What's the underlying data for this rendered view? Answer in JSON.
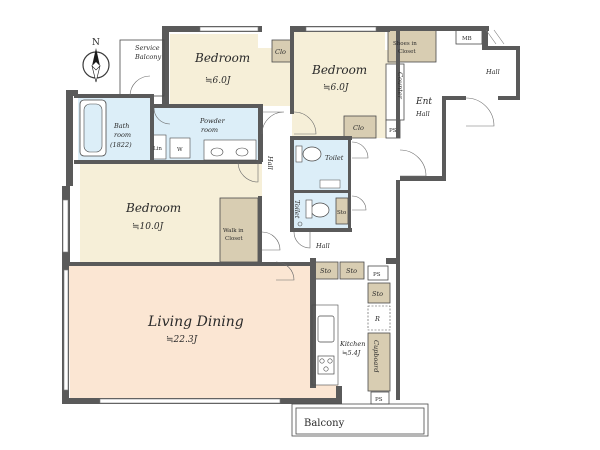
{
  "compass": {
    "north": "N"
  },
  "rooms": {
    "service_balcony": {
      "name": "Service",
      "name2": "Balcony"
    },
    "bedroom_nw": {
      "name": "Bedroom",
      "area": "≒6.0J"
    },
    "bedroom_ne": {
      "name": "Bedroom",
      "area": "≒6.0J"
    },
    "bath": {
      "name": "Bath",
      "name2": "room",
      "size": "(1822)"
    },
    "powder": {
      "name": "Powder",
      "name2": "room"
    },
    "bedroom_w": {
      "name": "Bedroom",
      "area": "≒10.0J"
    },
    "walk_in": {
      "name": "Walk in",
      "name2": "Closet"
    },
    "living": {
      "name": "Living Dining",
      "area": "≒22.3J"
    },
    "kitchen": {
      "name": "Kitchen",
      "area": "≒5.4J"
    },
    "balcony": {
      "name": "Balcony"
    },
    "ent_hall": {
      "name": "Ent",
      "name2": "Hall"
    },
    "shoes": {
      "name": "Shoes in",
      "name2": "Closet"
    }
  },
  "labels": {
    "clo": "Clo",
    "hall": "Hall",
    "toilet": "Toilet",
    "sto": "Sto",
    "ps": "PS",
    "mb": "MB",
    "lin": "Lin",
    "w": "W",
    "counter": "Counter",
    "cupboard": "Cupboard",
    "r": "R"
  },
  "colors": {
    "bedroom": "#f6efd8",
    "bath": "#dceef8",
    "living": "#fbe6d3",
    "closet": "#d8cdb2",
    "hall": "#ffffff",
    "wall": "#5a5a5a"
  }
}
